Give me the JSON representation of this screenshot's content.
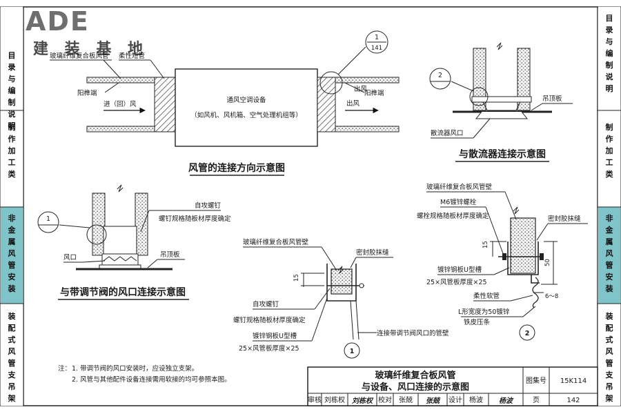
{
  "logo": {
    "brand": "BADE",
    "subtitle": "建 装 基 地"
  },
  "side_tabs": [
    {
      "label": "目录与编制说明",
      "color": "#ffffff",
      "active": false
    },
    {
      "label": "制作加工类",
      "color": "#ffffff",
      "active": false
    },
    {
      "label": "非金属风管安装",
      "color": "#7fc4c9",
      "active": true
    },
    {
      "label": "装配式风管支吊架",
      "color": "#ffffff",
      "active": false
    }
  ],
  "diagram_top": {
    "caption": "风管的连接方向示意图",
    "equipment_line1": "通风空调设备",
    "equipment_line2": "（如风机、风机箱、空气处理机组等）",
    "duct_label": "玻璃纤维复合板风管",
    "flex_label": "柔性短管",
    "wall_left": "阳榫端",
    "wall_right": "阳榫端",
    "inlet": "进（回）风",
    "outlet": "出风",
    "callout_num": "1",
    "callout_page": "141"
  },
  "diagram_diffuser": {
    "caption": "与散流器连接示意图",
    "callout": "2",
    "ceiling": "吊顶板",
    "diffuser": "散流器风口"
  },
  "diagram_damper": {
    "caption": "与带调节阀的风口连接示意图",
    "callout": "1",
    "screw": "自攻螺钉",
    "screw_spec": "螺钉规格随板材厚度确定",
    "outlet": "风口",
    "ceiling": "吊顶板"
  },
  "detail_1": {
    "number": "1",
    "duct_wall": "玻璃纤维复合板风管壁",
    "sealant": "密封胶抹缝",
    "dim": "15",
    "screw": "自攻螺钉",
    "screw_spec": "螺钉规格随板材厚度确定",
    "channel": "镀锌钢板U型槽",
    "channel_spec": "25×风管板厚度×25",
    "neck": "连接带调节阀风口的管壁"
  },
  "detail_2": {
    "number": "2",
    "duct_wall": "玻璃纤维复合板风管壁",
    "bolt": "M6镀锌螺栓",
    "bolt_spec": "螺栓规格随板材厚度确定",
    "sealant": "密封胶抹缝",
    "dim_15": "15",
    "channel": "镀锌钢板U型槽",
    "channel_spec": "25×风管板厚度×25",
    "dim_50": "50",
    "flex": "柔性软管",
    "dim_6_8": "6～8",
    "strip": "L形宽度为50镀锌",
    "strip2": "铁皮压条"
  },
  "notes": {
    "prefix": "注：",
    "line1": "1. 带调节阀的风口安装时，应设独立支架。",
    "line2": "2. 风管与其他配件设备连接需用软接的均可参照本图。"
  },
  "title_block": {
    "title_line1": "玻璃纤维复合板风管",
    "title_line2": "与设备、风口连接的示意图",
    "atlas_label": "图集号",
    "atlas_no": "15K114",
    "review_label": "审核",
    "review_name": "刘栋权",
    "review_sign": "刘栋权",
    "check_label": "校对",
    "check_name": "张兢",
    "check_sign": "张兢",
    "design_label": "设计",
    "design_name": "杨波",
    "design_sign": "杨波",
    "page_label": "页",
    "page_no": "142"
  }
}
